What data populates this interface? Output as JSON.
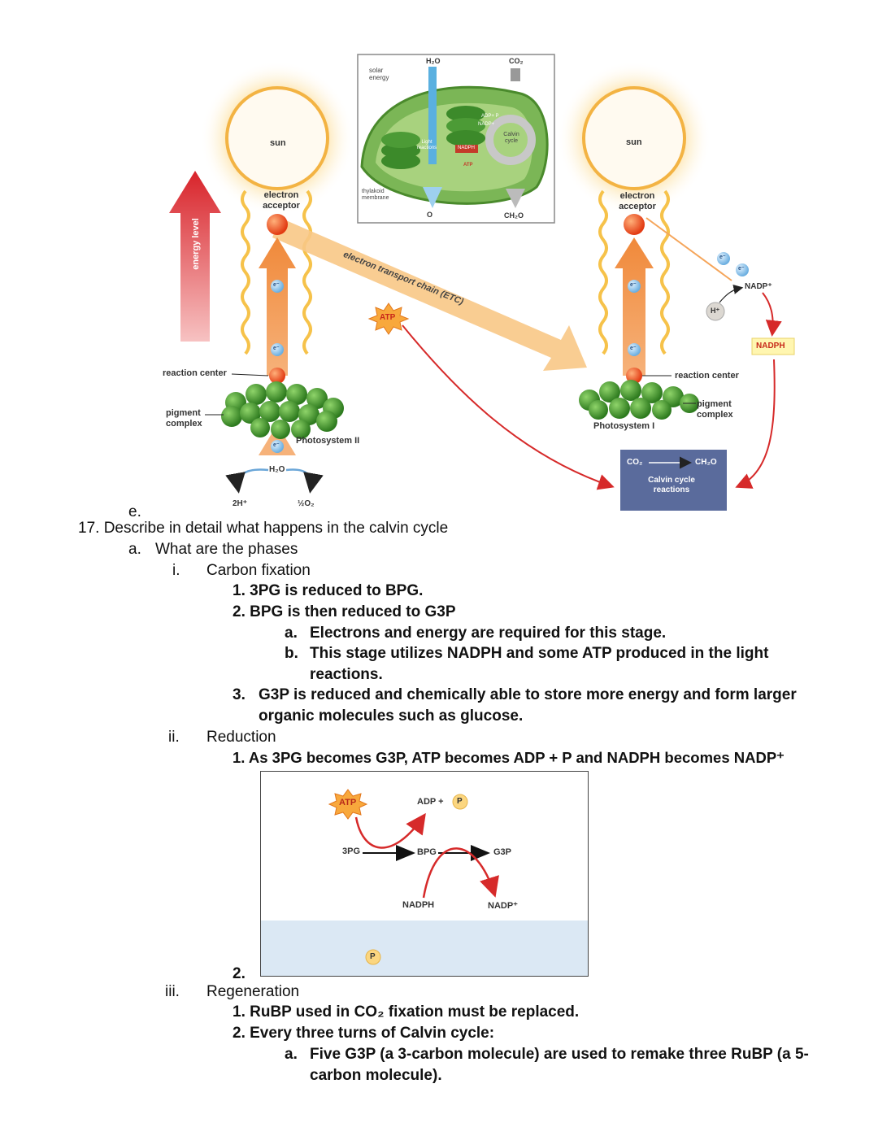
{
  "diagram": {
    "inset": {
      "solar_energy": "solar\nenergy",
      "h2o": "H₂O",
      "co2": "CO₂",
      "atp_adp": "ADP+ P",
      "nadp": "NADP+",
      "nadph": "NADPH",
      "atp": "ATP",
      "light_reactions": "Light reactions",
      "calvin_cycle": "Calvin cycle",
      "thylakoid_membrane": "thylakoid membrane",
      "o": "O",
      "ch2o": "CH₂O"
    },
    "energy_level": "energy level",
    "sun_left": "sun",
    "sun_right": "sun",
    "electron_acceptor_left": "electron acceptor",
    "electron_acceptor_right": "electron acceptor",
    "electron_label": "e⁻",
    "etc_label": "electron transport chain (ETC)",
    "atp": "ATP",
    "reaction_center_left": "reaction center",
    "reaction_center_right": "reaction center",
    "pigment_complex_left": "pigment complex",
    "pigment_complex_right": "pigment complex",
    "photosystem_ii": "Photosystem II",
    "photosystem_i": "Photosystem I",
    "h2o": "H₂O",
    "two_h": "2H⁺",
    "half_o2": "½O₂",
    "nadp_plus": "NADP⁺",
    "h_plus": "H⁺",
    "nadph": "NADPH",
    "calvin_box": {
      "co2": "CO₂",
      "ch2o": "CH₂O",
      "label": "Calvin cycle reactions"
    }
  },
  "outline": {
    "e_marker": "e.",
    "q17": "17. Describe in detail what happens in the calvin cycle",
    "a_marker": "a.",
    "a_text": "What are the phases",
    "i_marker": "i.",
    "i_text": "Carbon fixation",
    "i_1": "1.  3PG is reduced to BPG.",
    "i_2": "2.  BPG is then reduced to G3P",
    "i_2a_marker": "a.",
    "i_2a": "Electrons and energy are required for this stage.",
    "i_2b_marker": "b.",
    "i_2b_line1": "This stage utilizes NADPH and some ATP produced in the light",
    "i_2b_line2": "reactions.",
    "i_3_marker": "3.",
    "i_3_line1": "G3P is reduced and chemically able to store more energy and form larger",
    "i_3_line2": "organic molecules such as glucose.",
    "ii_marker": "ii.",
    "ii_text": "Reduction",
    "ii_1": "1.  As 3PG becomes G3P, ATP becomes ADP + P and NADPH becomes NADP⁺",
    "ii_2": "2.",
    "iii_marker": "iii.",
    "iii_text": "Regeneration",
    "iii_1": "1.  RuBP used in CO₂ fixation must be replaced.",
    "iii_2": "2.  Every three turns of Calvin cycle:",
    "iii_2a_marker": "a.",
    "iii_2a_line1": "Five G3P (a 3-carbon molecule) are used to remake three RuBP (a 5-",
    "iii_2a_line2": "carbon molecule)."
  },
  "reduction_figure": {
    "atp": "ATP",
    "adp": "ADP +",
    "p": "P",
    "pg3": "3PG",
    "bpg": "BPG",
    "g3p": "G3P",
    "nadph": "NADPH",
    "nadp": "NADP⁺",
    "p_bottom": "P"
  },
  "colors": {
    "red_arrow": "#d62a2a",
    "orange_arrow": "#f5a55a",
    "pigment_green": "#3f9a2a",
    "calvin_box": "#5a6b9c",
    "light_blue": "#dbe8f4"
  }
}
